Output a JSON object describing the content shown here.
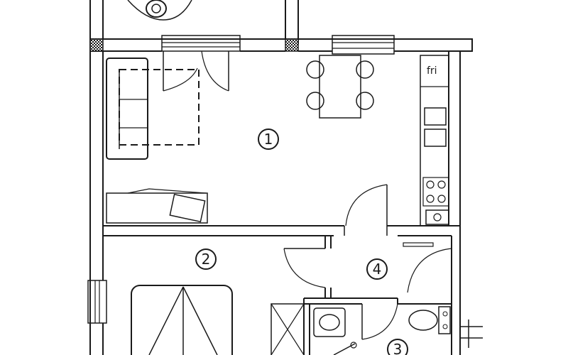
{
  "plan": {
    "fridge_label": "fri",
    "rooms": [
      {
        "number": "1",
        "label": "1"
      },
      {
        "number": "2",
        "label": "2"
      },
      {
        "number": "3",
        "label": "3"
      },
      {
        "number": "4",
        "label": "4"
      }
    ]
  },
  "colors": {
    "ink": "#1a1a1a",
    "paper": "#ffffff"
  }
}
